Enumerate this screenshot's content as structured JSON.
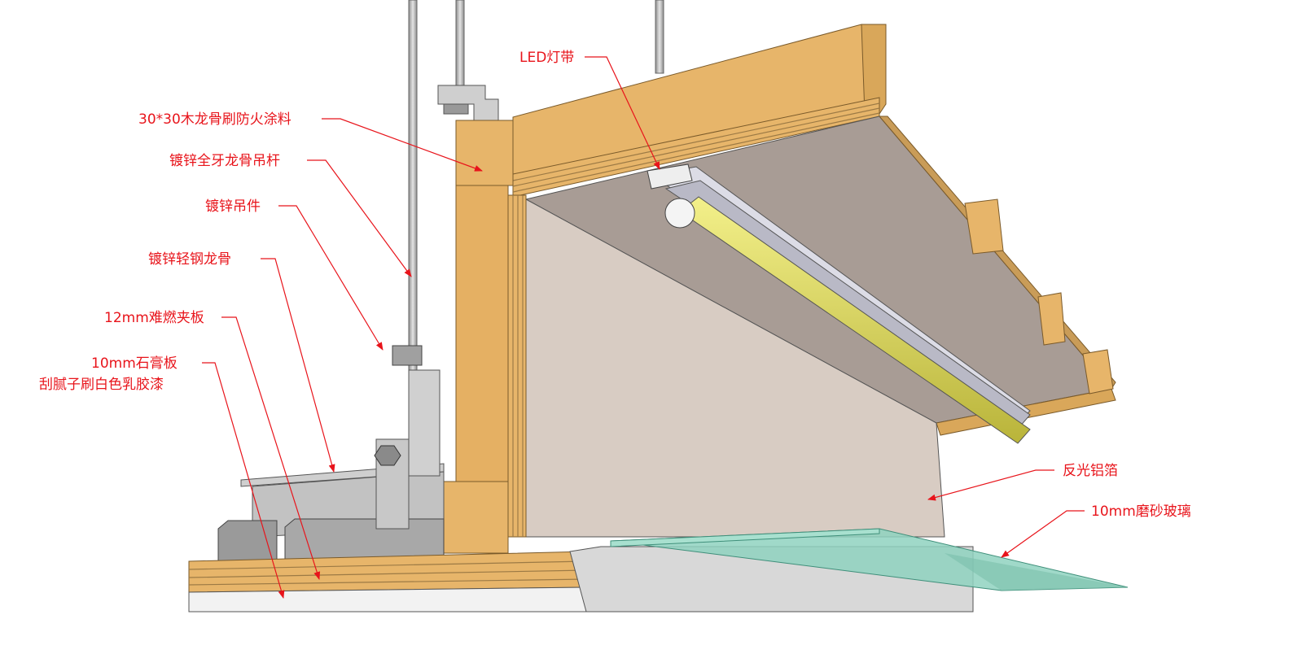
{
  "labels": {
    "led_strip": "LED灯带",
    "wood_keel": "30*30木龙骨刷防火涂料",
    "hanger_rod": "镀锌全牙龙骨吊杆",
    "hanger": "镀锌吊件",
    "steel_keel": "镀锌轻钢龙骨",
    "plywood": "12mm难燃夹板",
    "gypsum_line1": "10mm石膏板",
    "gypsum_line2": "刮腻子刷白色乳胶漆",
    "foil": "反光铝箔",
    "glass": "10mm磨砂玻璃"
  },
  "colors": {
    "annotation": "#e8141b",
    "wood": "#e7b56a",
    "plywood_edge": "#d9a75a",
    "board_face": "#a89c95",
    "foil_face": "#d8ccc3",
    "glass": "#8fd2bf",
    "led": "#e3df5a",
    "metal": "#b9b9b9"
  }
}
